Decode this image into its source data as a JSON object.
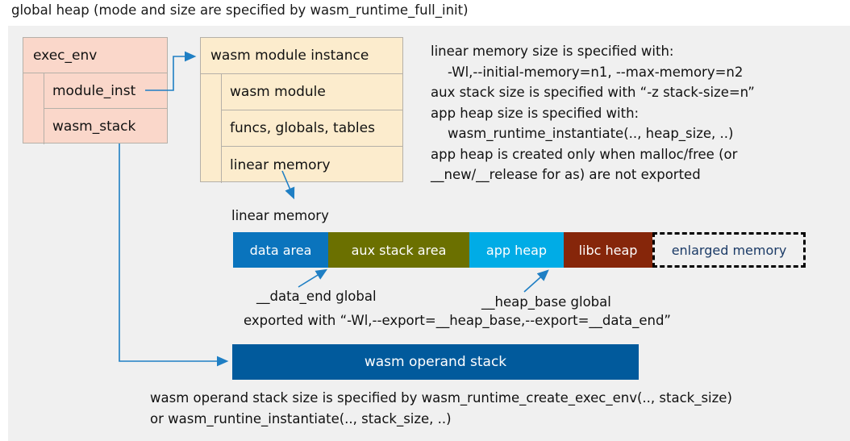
{
  "title": "global heap (mode and size are specified by wasm_runtime_full_init)",
  "exec_env": {
    "header": "exec_env",
    "rows": [
      "module_inst",
      "wasm_stack"
    ]
  },
  "module_instance": {
    "header": "wasm module instance",
    "rows": [
      "wasm module",
      "funcs, globals, tables",
      "linear memory"
    ]
  },
  "note": "linear memory size is specified with:\n    -Wl,--initial-memory=n1, --max-memory=n2\naux stack size is specified with “-z stack-size=n”\napp heap size is specified with:\n    wasm_runtime_instantiate(.., heap_size, ..)\napp heap is created only when malloc/free (or\n__new/__release for as) are not exported",
  "linear_memory": {
    "label": "linear memory",
    "segments": [
      {
        "label": "data area",
        "color": "#0a74bd",
        "width": 118
      },
      {
        "label": "aux stack area",
        "color": "#6b7000",
        "width": 175
      },
      {
        "label": "app heap",
        "color": "#00ace6",
        "width": 117
      },
      {
        "label": "libc heap",
        "color": "#86260a",
        "width": 110
      },
      {
        "label": "enlarged memory",
        "color": "#f0f0f0",
        "width": 190
      }
    ]
  },
  "annotations": {
    "data_end": "__data_end global",
    "heap_base": "__heap_base global",
    "exported": "exported with “-Wl,--export=__heap_base,--export=__data_end”"
  },
  "operand_stack": {
    "label": "wasm operand stack",
    "note": "wasm operand stack size is specified by wasm_runtime_create_exec_env(.., stack_size)\nor wasm_runtine_instantiate(.., stack_size, ..)"
  },
  "colors": {
    "panel_bg": "#f0f0f0",
    "exec_env_bg": "#fad7ca",
    "module_bg": "#fceccd",
    "arrow": "#1f7fc4",
    "operand_stack_bg": "#015a9c"
  }
}
